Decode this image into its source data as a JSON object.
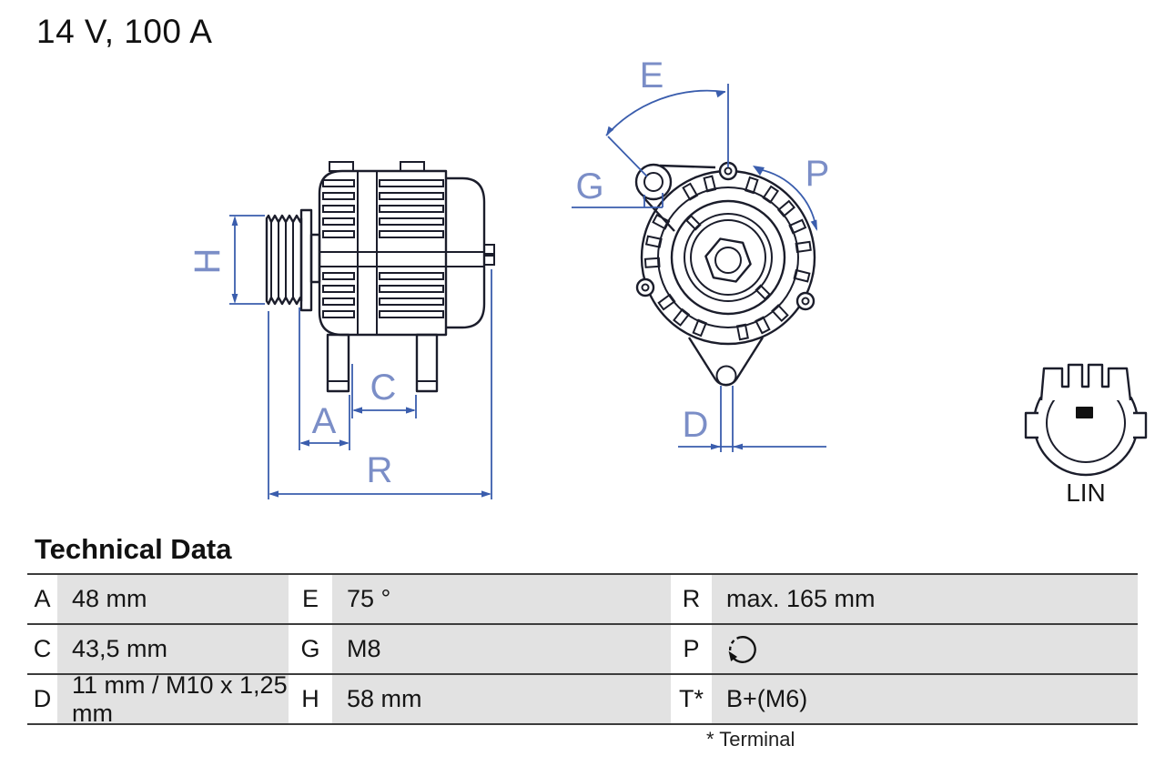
{
  "header": {
    "title": "14 V, 100 A"
  },
  "theme": {
    "ink": "#1b1d2b",
    "dim-blue": "#3a5dad",
    "label-blue": "#7b8ec7",
    "table-gray": "#e2e2e2",
    "text": "#111111",
    "border": "#3c3c3c"
  },
  "diagram": {
    "labels": {
      "H": "H",
      "A": "A",
      "C": "C",
      "R": "R",
      "E": "E",
      "G": "G",
      "P": "P",
      "D": "D"
    },
    "connector": {
      "label": "LIN"
    }
  },
  "table": {
    "heading": "Technical Data",
    "footnote": "* Terminal",
    "rows": [
      [
        {
          "key": "A",
          "value": "48 mm"
        },
        {
          "key": "E",
          "value": "75 °"
        },
        {
          "key": "R",
          "value": "max. 165 mm"
        }
      ],
      [
        {
          "key": "C",
          "value": "43,5 mm"
        },
        {
          "key": "G",
          "value": "M8"
        },
        {
          "key": "P",
          "value": "",
          "icon": "rotation-direction-icon"
        }
      ],
      [
        {
          "key": "D",
          "value": "11 mm / M10 x 1,25 mm"
        },
        {
          "key": "H",
          "value": "58 mm"
        },
        {
          "key": "T*",
          "value": "B+(M6)"
        }
      ]
    ]
  }
}
